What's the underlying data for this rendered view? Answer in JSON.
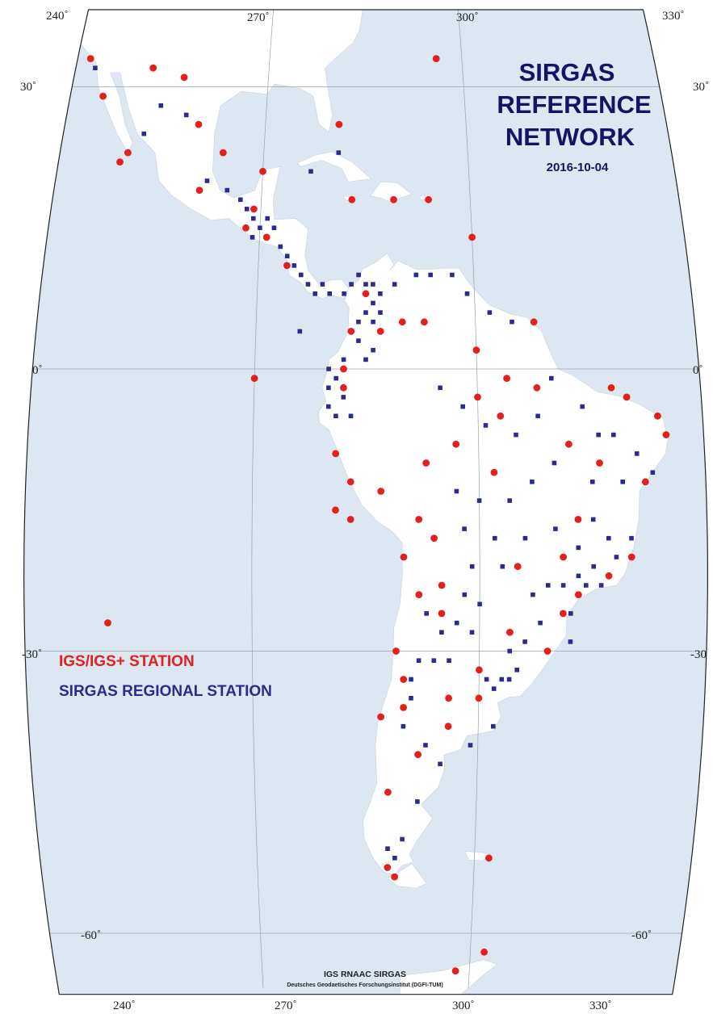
{
  "title_lines": [
    "SIRGAS",
    "REFERENCE",
    "NETWORK"
  ],
  "date": "2016-10-04",
  "legend": {
    "igs": "IGS/IGS+ STATION",
    "regional": "SIRGAS REGIONAL STATION"
  },
  "credit": {
    "line1": "IGS RNAAC SIRGAS",
    "line2": "Deutsches Geodaetisches Forschungsinstitut (DGFI-TUM)"
  },
  "axis_labels": {
    "top": [
      "240˚",
      "270˚",
      "300˚",
      "330˚"
    ],
    "bottom": [
      "240˚",
      "270˚",
      "300˚",
      "330˚"
    ],
    "left": [
      "30˚",
      "0˚",
      "-30˚",
      "-60˚"
    ],
    "right": [
      "30˚",
      "0˚",
      "-30",
      "-60˚"
    ]
  },
  "colors": {
    "ocean": "#dce7f1",
    "land": "#ffffff",
    "igs": "#e3201b",
    "regional": "#2b2b8c",
    "title": "#141466",
    "grid": "#9aa3ad"
  },
  "stations": {
    "igs": [
      [
        -118,
        33
      ],
      [
        -108,
        32
      ],
      [
        -115,
        29
      ],
      [
        -110,
        23
      ],
      [
        -103,
        31
      ],
      [
        -100,
        26
      ],
      [
        -96,
        23
      ],
      [
        -99,
        19
      ],
      [
        -111,
        22
      ],
      [
        -92,
        15
      ],
      [
        -90,
        21
      ],
      [
        -91,
        17
      ],
      [
        -89,
        14
      ],
      [
        -86,
        11
      ],
      [
        -79,
        26
      ],
      [
        -77,
        18
      ],
      [
        -71,
        18
      ],
      [
        -66,
        18
      ],
      [
        -60,
        14
      ],
      [
        -64,
        33
      ],
      [
        -75,
        8
      ],
      [
        -77,
        4
      ],
      [
        -73,
        4
      ],
      [
        -70,
        5
      ],
      [
        -67,
        5
      ],
      [
        -60,
        2
      ],
      [
        -52,
        5
      ],
      [
        -90,
        -1
      ],
      [
        -78,
        0
      ],
      [
        -78,
        -2
      ],
      [
        -79,
        -9
      ],
      [
        -77,
        -12
      ],
      [
        -79,
        -15
      ],
      [
        -77,
        -16
      ],
      [
        -73,
        -13
      ],
      [
        -67,
        -10
      ],
      [
        -63,
        -8
      ],
      [
        -60,
        -3
      ],
      [
        -56,
        -1
      ],
      [
        -57,
        -5
      ],
      [
        -40,
        -3
      ],
      [
        -35,
        -7
      ],
      [
        -47,
        -16
      ],
      [
        -49,
        -20
      ],
      [
        -55,
        -21
      ],
      [
        -43,
        -22
      ],
      [
        -47,
        -24
      ],
      [
        -49,
        -26
      ],
      [
        -51,
        -30
      ],
      [
        -56,
        -28
      ],
      [
        -60,
        -32
      ],
      [
        -65,
        -26
      ],
      [
        -65,
        -23
      ],
      [
        -68,
        -24
      ],
      [
        -70,
        -20
      ],
      [
        -71,
        -30
      ],
      [
        -70,
        -33
      ],
      [
        -70,
        -36
      ],
      [
        -68,
        -41
      ],
      [
        -64,
        -38
      ],
      [
        -60,
        -35
      ],
      [
        -73,
        -37
      ],
      [
        -72,
        -45
      ],
      [
        -72,
        -53
      ],
      [
        -71,
        -54
      ],
      [
        -58,
        -52
      ],
      [
        -58,
        -62
      ],
      [
        -62,
        -64
      ],
      [
        -109,
        -27
      ],
      [
        -66,
        -18
      ],
      [
        -68,
        -16
      ],
      [
        -38,
        -12
      ],
      [
        -36,
        -5
      ],
      [
        -52,
        -2
      ],
      [
        -48,
        -8
      ],
      [
        -40,
        -20
      ],
      [
        -44,
        -10
      ],
      [
        -42,
        -2
      ],
      [
        -58,
        -11
      ],
      [
        -64,
        -35
      ]
    ],
    "regional": [
      [
        -117,
        32
      ],
      [
        -106,
        28
      ],
      [
        -102,
        27
      ],
      [
        -108,
        25
      ],
      [
        -98,
        20
      ],
      [
        -95,
        19
      ],
      [
        -93,
        18
      ],
      [
        -91,
        16
      ],
      [
        -90,
        15
      ],
      [
        -89,
        16
      ],
      [
        -88,
        15
      ],
      [
        -92,
        17
      ],
      [
        -91,
        14
      ],
      [
        -87,
        13
      ],
      [
        -86,
        12
      ],
      [
        -85,
        11
      ],
      [
        -84,
        10
      ],
      [
        -83,
        9
      ],
      [
        -82,
        8
      ],
      [
        -81,
        9
      ],
      [
        -80,
        8
      ],
      [
        -78,
        8
      ],
      [
        -77,
        9
      ],
      [
        -76,
        10
      ],
      [
        -75,
        9
      ],
      [
        -74,
        9
      ],
      [
        -73,
        8
      ],
      [
        -74,
        7
      ],
      [
        -75,
        6
      ],
      [
        -76,
        5
      ],
      [
        -74,
        5
      ],
      [
        -73,
        6
      ],
      [
        -76,
        3
      ],
      [
        -74,
        2
      ],
      [
        -75,
        1
      ],
      [
        -78,
        1
      ],
      [
        -80,
        0
      ],
      [
        -79,
        -1
      ],
      [
        -80,
        -2
      ],
      [
        -78,
        -3
      ],
      [
        -80,
        -4
      ],
      [
        -79,
        -5
      ],
      [
        -77,
        -5
      ],
      [
        -71,
        9
      ],
      [
        -68,
        10
      ],
      [
        -66,
        10
      ],
      [
        -63,
        10
      ],
      [
        -61,
        8
      ],
      [
        -58,
        6
      ],
      [
        -55,
        5
      ],
      [
        -83,
        21
      ],
      [
        -79,
        23
      ],
      [
        -84,
        4
      ],
      [
        -65,
        -2
      ],
      [
        -62,
        -4
      ],
      [
        -59,
        -6
      ],
      [
        -55,
        -7
      ],
      [
        -52,
        -5
      ],
      [
        -50,
        -1
      ],
      [
        -46,
        -4
      ],
      [
        -44,
        -7
      ],
      [
        -42,
        -7
      ],
      [
        -39,
        -9
      ],
      [
        -37,
        -11
      ],
      [
        -41,
        -12
      ],
      [
        -45,
        -12
      ],
      [
        -50,
        -10
      ],
      [
        -53,
        -12
      ],
      [
        -56,
        -14
      ],
      [
        -60,
        -14
      ],
      [
        -63,
        -13
      ],
      [
        -62,
        -17
      ],
      [
        -58,
        -18
      ],
      [
        -54,
        -18
      ],
      [
        -50,
        -17
      ],
      [
        -47,
        -19
      ],
      [
        -45,
        -21
      ],
      [
        -42,
        -20
      ],
      [
        -40,
        -18
      ],
      [
        -44,
        -23
      ],
      [
        -46,
        -23
      ],
      [
        -47,
        -22
      ],
      [
        -49,
        -23
      ],
      [
        -51,
        -23
      ],
      [
        -53,
        -24
      ],
      [
        -52,
        -27
      ],
      [
        -54,
        -29
      ],
      [
        -56,
        -30
      ],
      [
        -57,
        -33
      ],
      [
        -58,
        -34
      ],
      [
        -59,
        -33
      ],
      [
        -56,
        -33
      ],
      [
        -55,
        -32
      ],
      [
        -61,
        -28
      ],
      [
        -60,
        -25
      ],
      [
        -63,
        -27
      ],
      [
        -65,
        -28
      ],
      [
        -66,
        -31
      ],
      [
        -68,
        -31
      ],
      [
        -69,
        -33
      ],
      [
        -69,
        -35
      ],
      [
        -70,
        -38
      ],
      [
        -67,
        -40
      ],
      [
        -65,
        -42
      ],
      [
        -68,
        -46
      ],
      [
        -70,
        -50
      ],
      [
        -71,
        -52
      ],
      [
        -72,
        -51
      ],
      [
        -58,
        -38
      ],
      [
        -61,
        -40
      ],
      [
        -64,
        -31
      ],
      [
        -67,
        -26
      ],
      [
        -62,
        -24
      ],
      [
        -45,
        -16
      ],
      [
        -43,
        -18
      ],
      [
        -48,
        -26
      ],
      [
        -48,
        -29
      ],
      [
        -57,
        -21
      ],
      [
        -61,
        -21
      ]
    ]
  }
}
